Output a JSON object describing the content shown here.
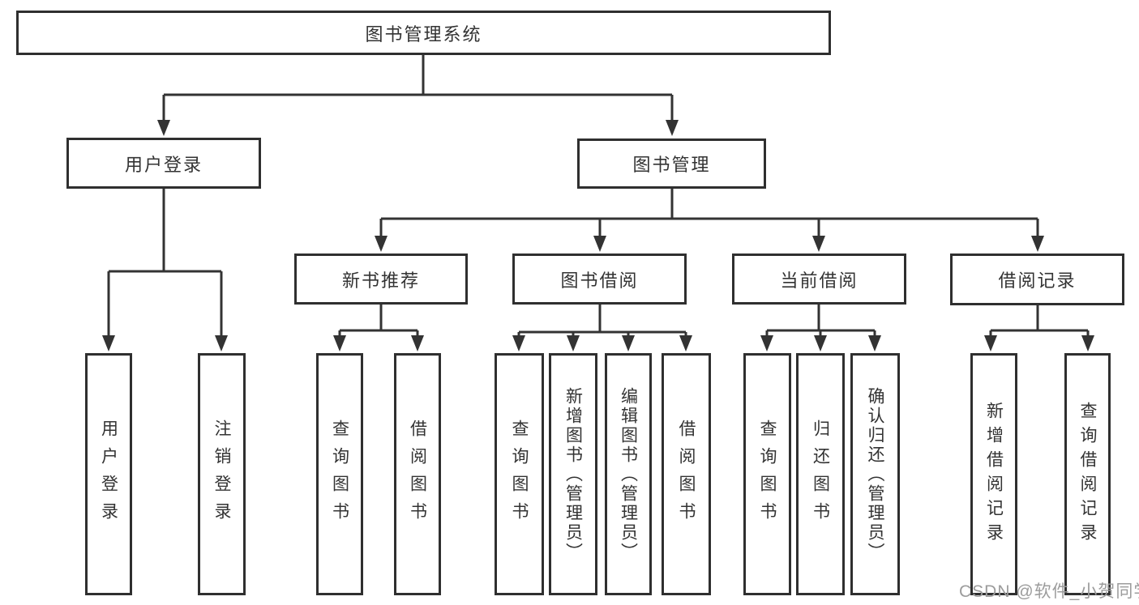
{
  "tree": {
    "label": "图书管理系统",
    "children": [
      {
        "label": "用户登录",
        "children": [
          {
            "label": "用户登录"
          },
          {
            "label": "注销登录"
          }
        ]
      },
      {
        "label": "图书管理",
        "children": [
          {
            "label": "新书推荐",
            "children": [
              {
                "label": "查询图书"
              },
              {
                "label": "借阅图书"
              }
            ]
          },
          {
            "label": "图书借阅",
            "children": [
              {
                "label": "查询图书"
              },
              {
                "label": "新增图书（管理员）"
              },
              {
                "label": "编辑图书（管理员）"
              },
              {
                "label": "借阅图书"
              }
            ]
          },
          {
            "label": "当前借阅",
            "children": [
              {
                "label": "查询图书"
              },
              {
                "label": "归还图书"
              },
              {
                "label": "确认归还（管理员）"
              }
            ]
          },
          {
            "label": "借阅记录",
            "children": [
              {
                "label": "新增借阅记录"
              },
              {
                "label": "查询借阅记录"
              }
            ]
          }
        ]
      }
    ]
  },
  "watermark": {
    "text": "CSDN @软件_小贺同学"
  },
  "colors": {
    "background": "#ffffff",
    "box_border": "#2f2f2f",
    "connector_line": "#333333",
    "text": "#333333",
    "watermark": "#9c9c9c"
  }
}
